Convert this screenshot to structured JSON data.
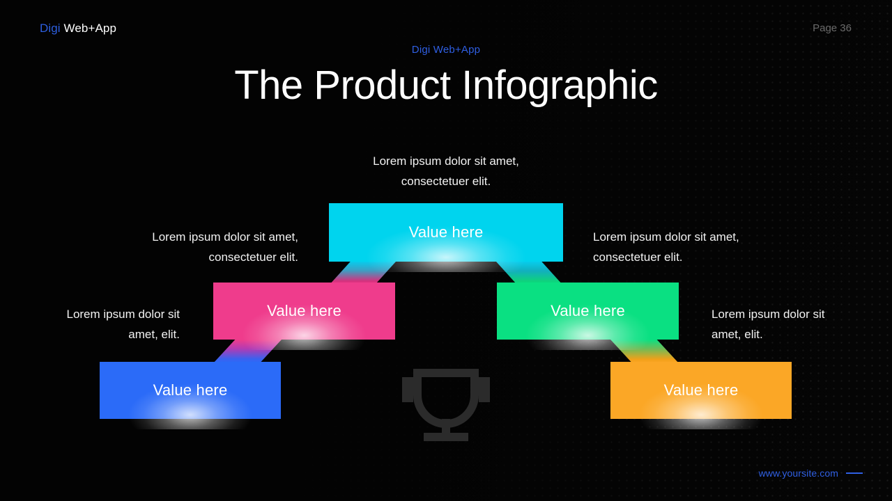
{
  "header": {
    "logo_accent": "Digi",
    "logo_rest": " Web+App",
    "page_number": "Page 36",
    "eyebrow": "Digi Web+App",
    "title": "The Product Infographic"
  },
  "captions": {
    "top": "Lorem ipsum dolor sit amet,\nconsectetuer elit.",
    "left_upper": "Lorem ipsum dolor sit amet,\nconsectetuer elit.",
    "left_lower": "Lorem ipsum dolor sit\namet, elit.",
    "right_upper": "Lorem ipsum dolor sit amet,\nconsectetuer elit.",
    "right_lower": "Lorem ipsum dolor sit\namet, elit."
  },
  "ribbons": [
    {
      "id": "cyan",
      "label": "Value here",
      "color": "#00d4ee"
    },
    {
      "id": "pink",
      "label": "Value here",
      "color": "#ef3c8c"
    },
    {
      "id": "green",
      "label": "Value here",
      "color": "#0ae082"
    },
    {
      "id": "blue",
      "label": "Value here",
      "color": "#2b6bf8"
    },
    {
      "id": "orange",
      "label": "Value here",
      "color": "#fba726"
    }
  ],
  "center_icon": "trophy-icon",
  "footer": {
    "url": "www.yoursite.com"
  },
  "theme": {
    "background": "#050505",
    "accent_blue": "#2f5fe3",
    "text": "#ffffff",
    "muted_text": "#6b6b6b",
    "icon_gray": "#2b2b2b"
  }
}
